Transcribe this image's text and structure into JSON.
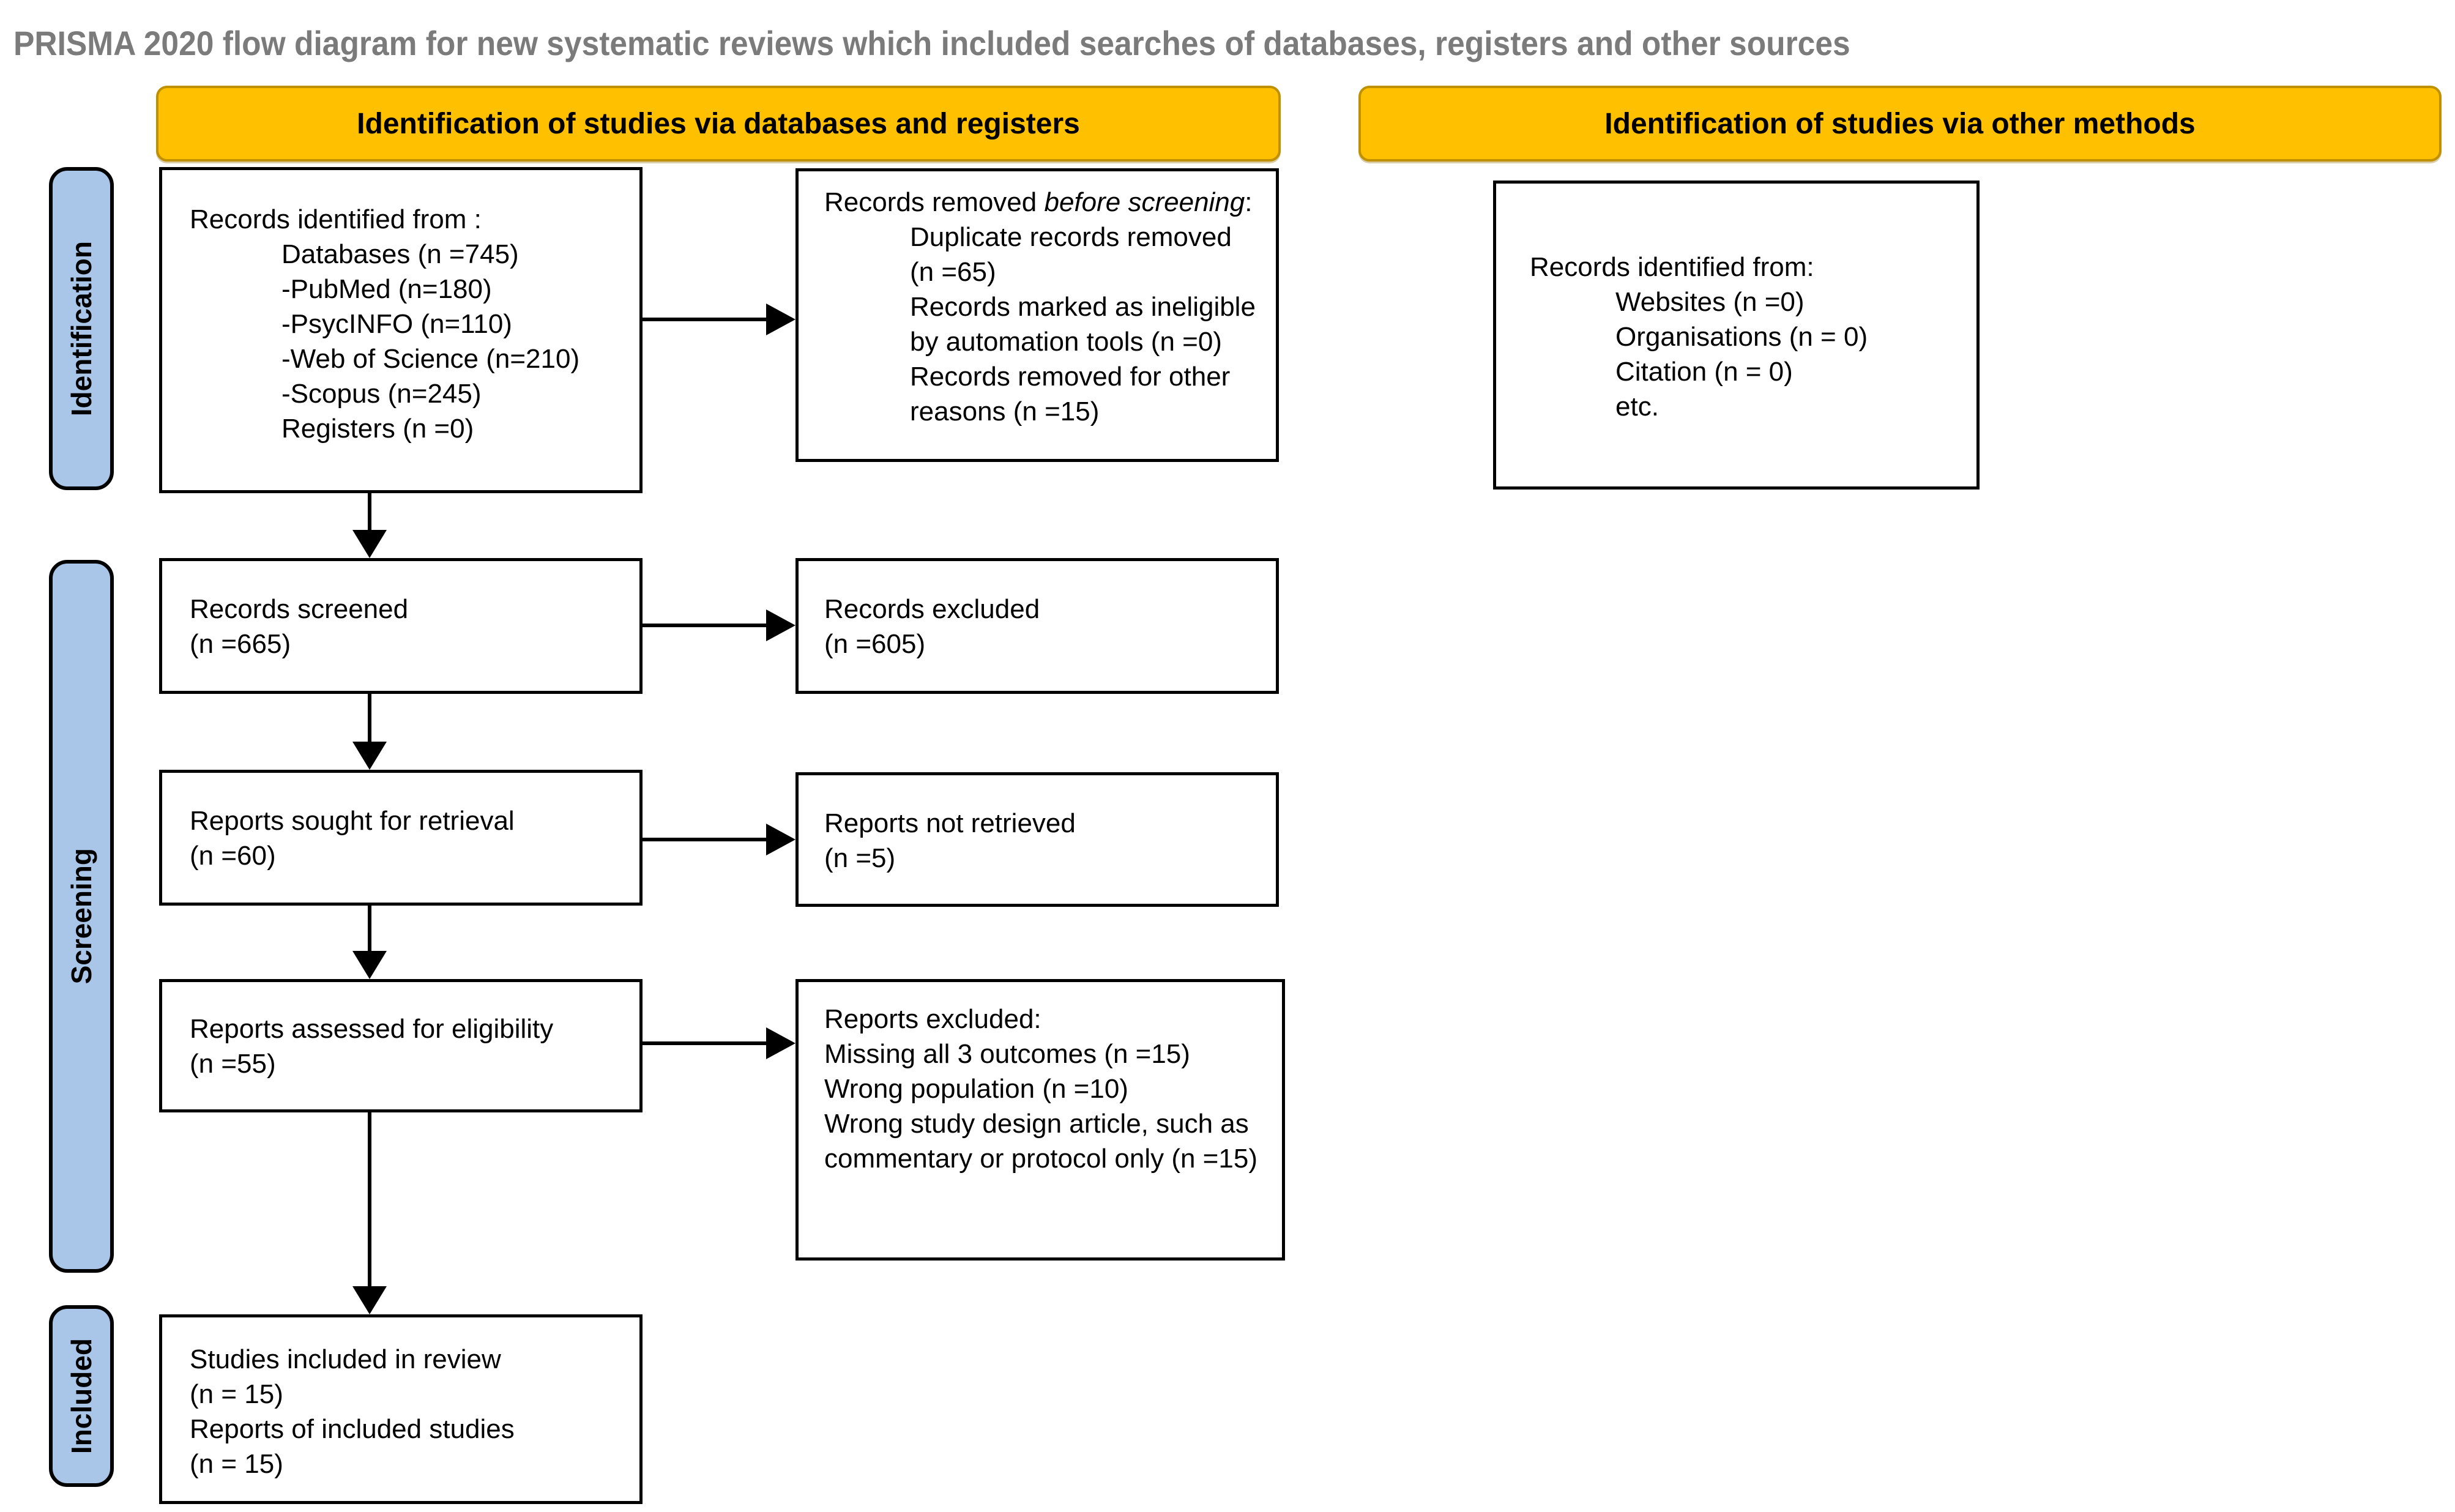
{
  "title": "PRISMA 2020 flow diagram for new systematic reviews which included searches of databases, registers and other sources",
  "banners": {
    "databases_registers": "Identification of studies via databases and registers",
    "other_methods": "Identification of studies via other methods"
  },
  "sidebar": {
    "identification": "Identification",
    "screening": "Screening",
    "included": "Included"
  },
  "boxes": {
    "records_identified": {
      "heading": "Records identified from :",
      "items": [
        "Databases (n =745)",
        "-PubMed (n=180)",
        "-PsycINFO (n=110)",
        "-Web of Science (n=210)",
        "-Scopus (n=245)",
        "Registers (n =0)"
      ]
    },
    "records_removed": {
      "heading_prefix": "Records removed ",
      "heading_italic": "before screening",
      "heading_suffix": ":",
      "items": [
        "Duplicate records removed (n =65)",
        "Records marked as ineligible by automation tools (n =0)",
        "Records removed for other reasons (n =15)"
      ]
    },
    "records_identified_other": {
      "heading": "Records identified from:",
      "items": [
        "Websites (n =0)",
        "Organisations (n = 0)",
        "Citation (n = 0)",
        "etc."
      ]
    },
    "records_screened": {
      "lines": [
        "Records screened",
        "(n =665)"
      ]
    },
    "records_excluded": {
      "lines": [
        "Records excluded",
        "(n =605)"
      ]
    },
    "reports_sought": {
      "lines": [
        "Reports sought for retrieval",
        "(n =60)"
      ]
    },
    "reports_not_retrieved": {
      "lines": [
        "Reports not retrieved",
        "(n =5)"
      ]
    },
    "reports_assessed": {
      "lines": [
        "Reports assessed for eligibility",
        "(n =55)"
      ]
    },
    "reports_excluded": {
      "heading": "Reports excluded:",
      "items": [
        "Missing all 3 outcomes (n =15)",
        "Wrong population (n =10)",
        "Wrong study design article, such as commentary or protocol only (n =15)"
      ]
    },
    "studies_included": {
      "lines": [
        "Studies included in review",
        "(n = 15)",
        "Reports of included studies",
        "(n = 15)"
      ]
    }
  },
  "colors": {
    "banner_yellow": "#FFC000",
    "banner_border": "#BF9000",
    "sidebar_blue": "#A9C6E8",
    "title_gray": "#7B7B7B",
    "box_border": "#000000"
  }
}
